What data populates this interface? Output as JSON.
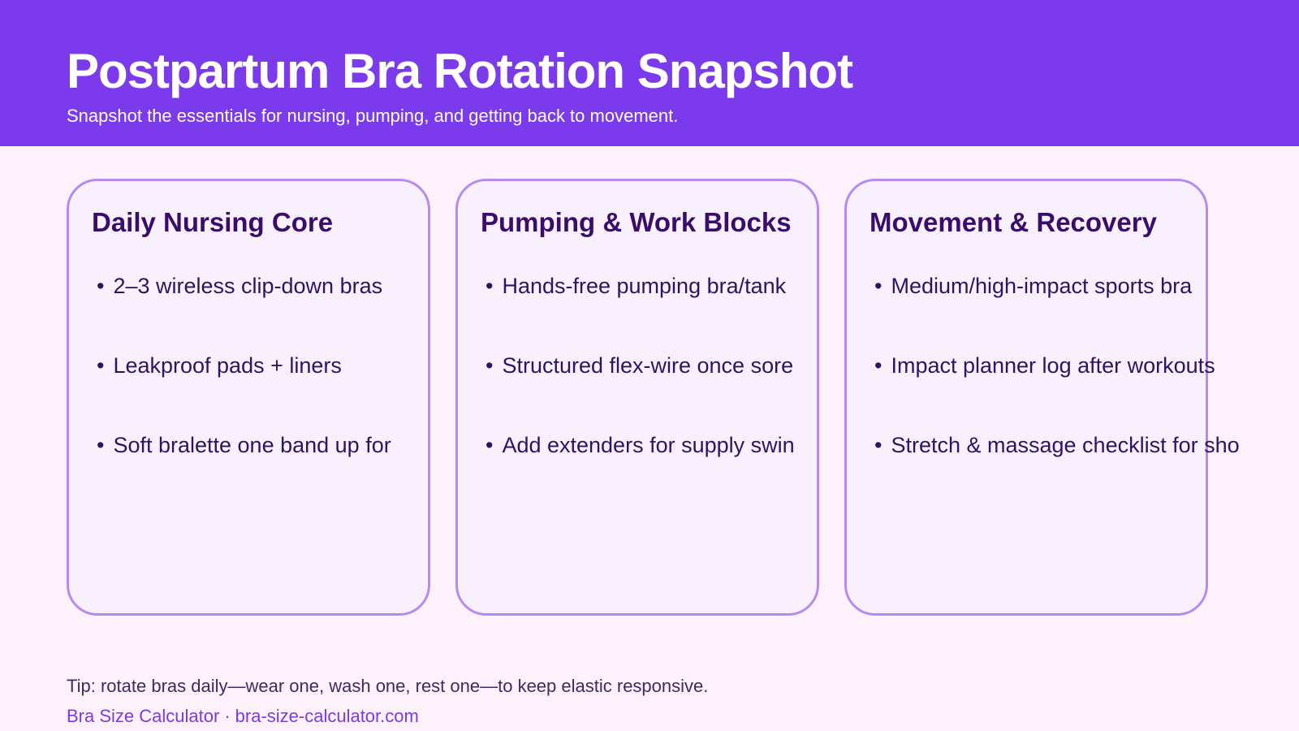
{
  "page": {
    "background": "#fdf1fb"
  },
  "header": {
    "title": "Postpartum Bra Rotation Snapshot",
    "subtitle": "Snapshot the essentials for nursing, pumping, and getting back to movement.",
    "background": "#7c3aed",
    "text_color": "#ffffff"
  },
  "cards": [
    {
      "title": "Daily Nursing Core",
      "items": [
        "2–3 wireless clip-down bras",
        "Leakproof pads + liners",
        "Soft bralette one band up for"
      ]
    },
    {
      "title": "Pumping & Work Blocks",
      "items": [
        "Hands-free pumping bra/tank",
        "Structured flex-wire once sore",
        "Add extenders for supply swin"
      ]
    },
    {
      "title": "Movement & Recovery",
      "items": [
        "Medium/high-impact sports bra",
        "Impact planner log after workouts",
        "Stretch & massage checklist for sho"
      ]
    }
  ],
  "footer": {
    "tip": "Tip: rotate bras daily—wear one, wash one, rest one—to keep elastic responsive.",
    "brand": "Bra Size Calculator",
    "separator": "·",
    "domain": "bra-size-calculator.com",
    "link_color": "#7b3be0"
  },
  "ui": {
    "bullet_glyph": "•"
  },
  "colors": {
    "card_border": "#b78af1",
    "card_background": "#f8f1fd",
    "heading_text": "#3a0d6b",
    "list_text": "#301263",
    "tip_text": "#3e2b62"
  }
}
